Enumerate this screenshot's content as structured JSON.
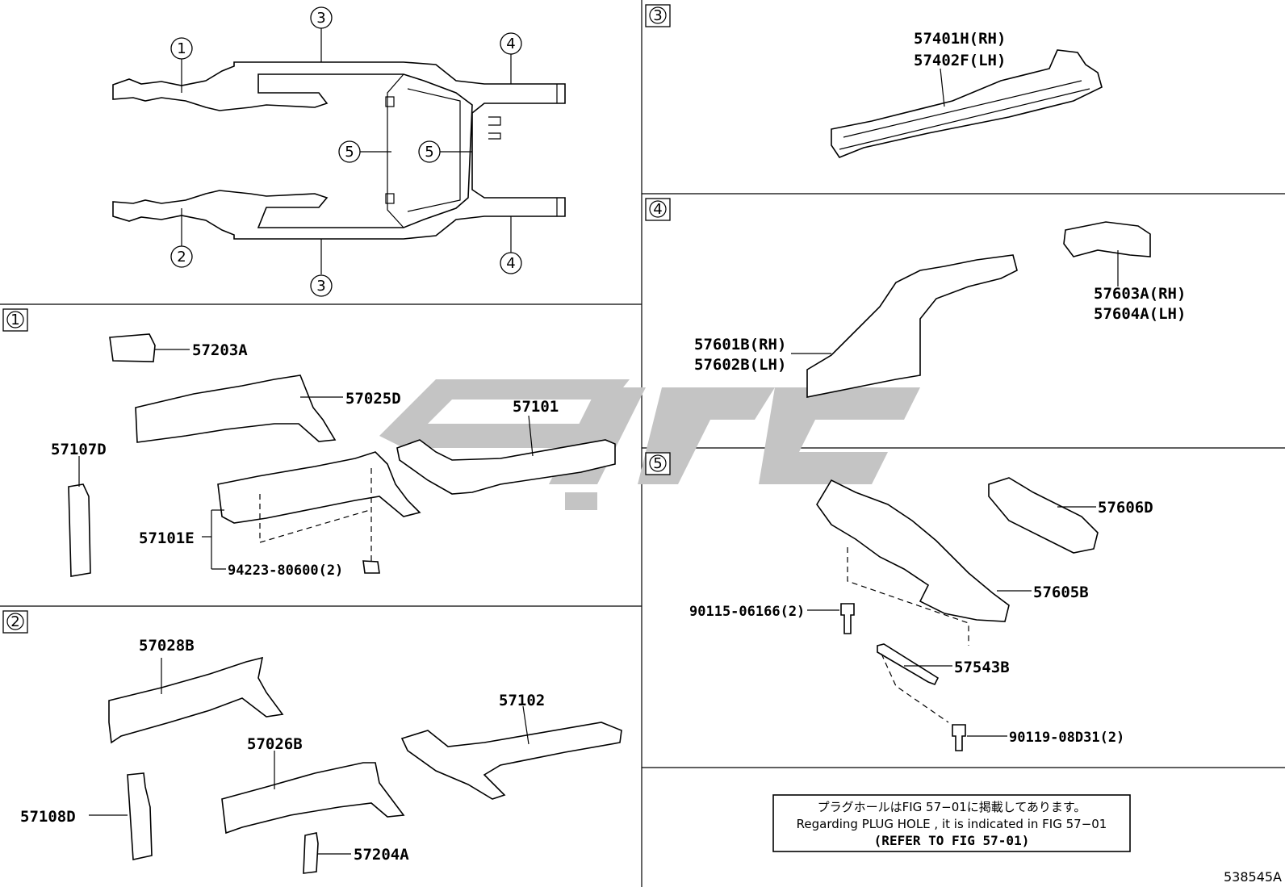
{
  "diagram_code": "538545A",
  "overview": {
    "callouts": [
      {
        "id": "ov-1",
        "num": "1"
      },
      {
        "id": "ov-2",
        "num": "2"
      },
      {
        "id": "ov-3a",
        "num": "3"
      },
      {
        "id": "ov-3b",
        "num": "3"
      },
      {
        "id": "ov-4a",
        "num": "4"
      },
      {
        "id": "ov-4b",
        "num": "4"
      },
      {
        "id": "ov-5a",
        "num": "5"
      },
      {
        "id": "ov-5b",
        "num": "5"
      }
    ]
  },
  "sections": {
    "s1": {
      "num": "1",
      "parts": [
        "57203A",
        "57025D",
        "57107D",
        "57101",
        "57101E",
        "94223-80600(2)"
      ]
    },
    "s2": {
      "num": "2",
      "parts": [
        "57028B",
        "57102",
        "57026B",
        "57108D",
        "57204A"
      ]
    },
    "s3": {
      "num": "3",
      "parts": [
        "57401H(RH)",
        "57402F(LH)"
      ]
    },
    "s4": {
      "num": "4",
      "parts": [
        "57603A(RH)",
        "57604A(LH)",
        "57601B(RH)",
        "57602B(LH)"
      ]
    },
    "s5": {
      "num": "5",
      "parts": [
        "57606D",
        "57605B",
        "90115-06166(2)",
        "57543B",
        "90119-08D31(2)"
      ]
    }
  },
  "note": {
    "line_jp": "プラグホールはFIG 57−01に掲載してあります。",
    "line_en": "Regarding  PLUG  HOLE , it is indicated in FIG  57−01",
    "line_ref": "(REFER TO FIG 57-01)"
  }
}
